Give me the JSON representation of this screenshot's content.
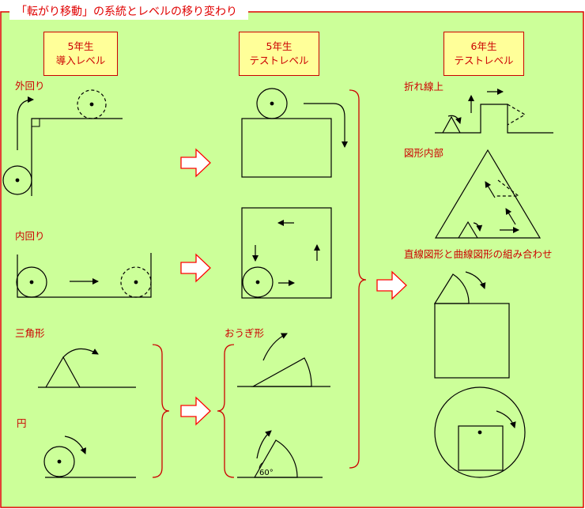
{
  "title": "「転がり移動」の系統とレベルの移り変わり",
  "levels": {
    "g5_intro": [
      "5年生",
      "導入レベル"
    ],
    "g5_test": [
      "5年生",
      "テストレベル"
    ],
    "g6_test": [
      "6年生",
      "テストレベル"
    ]
  },
  "labels": {
    "outer": "外回り",
    "inner": "内回り",
    "triangle": "三角形",
    "circle": "円",
    "sector": "おうぎ形",
    "polyline": "折れ線上",
    "inside": "図形内部",
    "combo": "直線図形と曲線図形の組み合わせ",
    "angle": "60°"
  },
  "colors": {
    "frame": "#e00000",
    "background": "#ccff99",
    "level_box": "#ffff99",
    "label_text": "#cc0000",
    "arrow": "#ff0000",
    "line": "#000000"
  }
}
